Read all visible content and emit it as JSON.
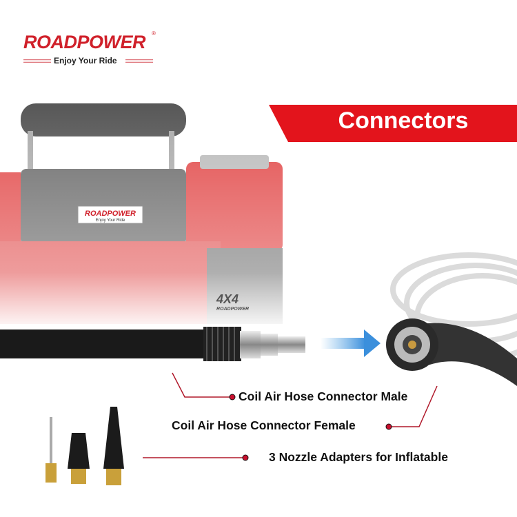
{
  "brand": {
    "name": "ROADPOWER",
    "registered": "®",
    "tagline": "Enjoy Your Ride"
  },
  "banner": {
    "title": "Connectors",
    "color": "#e3141c"
  },
  "product_markings": {
    "plate_name": "ROADPOWER",
    "plate_tagline": "Enjoy Your Ride",
    "side_badge": "4X4",
    "side_badge_sub": "ROADPOWER"
  },
  "callouts": [
    {
      "label": "Coil Air Hose Connector Male"
    },
    {
      "label": "Coil Air Hose Connector Female"
    },
    {
      "label": "3 Nozzle Adapters for Inflatable"
    }
  ],
  "colors": {
    "accent": "#c8102e",
    "arrow": "#5aa9e6",
    "compressor_red": "#e04848"
  }
}
